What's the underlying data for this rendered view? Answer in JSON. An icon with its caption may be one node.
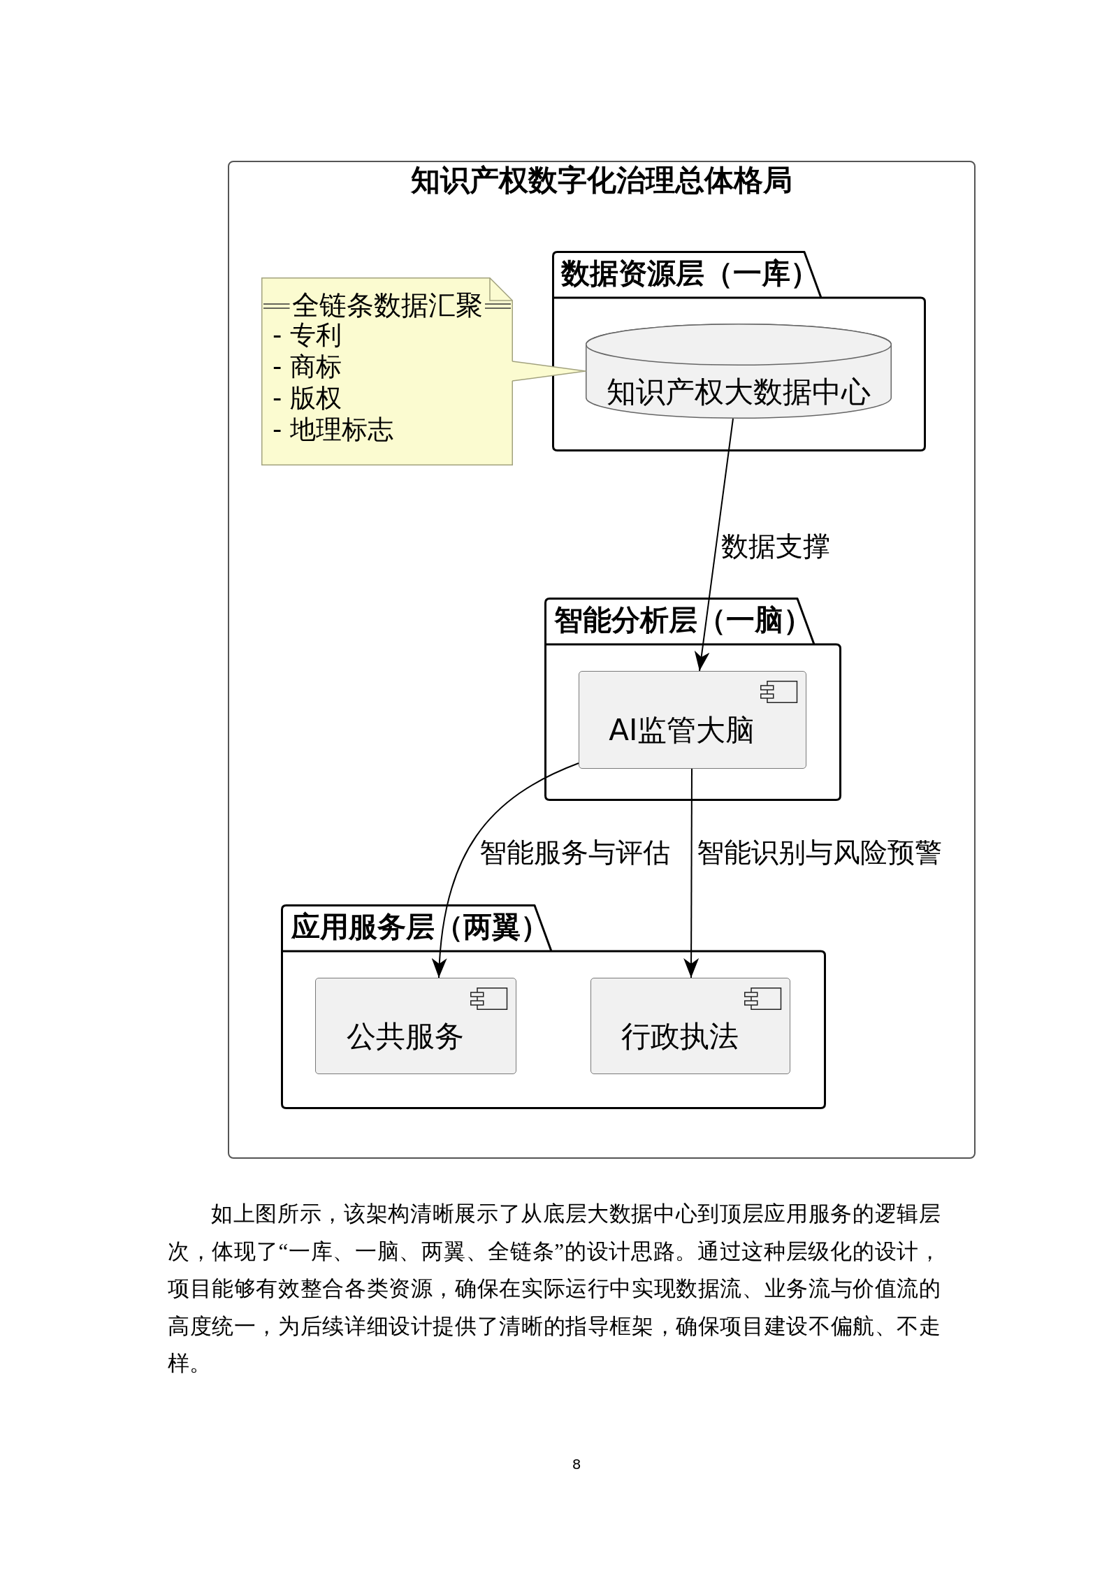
{
  "diagram": {
    "title": "知识产权数字化治理总体格局",
    "nodes": [
      {
        "text": [
          "数据资源层（一库）"
        ]
      },
      {
        "text": [
          "知识产权大数据中心"
        ],
        "in": 0
      },
      {
        "text": [
          "全链条数据汇聚",
          "- 专利",
          "- 商标",
          "- 版权",
          "- 地理标志"
        ]
      },
      {
        "text": [
          "智能分析层（一脑）"
        ]
      },
      {
        "text": [
          "AI监管大脑"
        ],
        "in": 3
      },
      {
        "text": [
          "应用服务层（两翼）"
        ]
      },
      {
        "text": [
          "公共服务"
        ],
        "in": 5
      },
      {
        "text": [
          "行政执法"
        ],
        "in": 5
      }
    ],
    "edges": [
      {
        "from": 2,
        "to": 1,
        "arrow": "none"
      },
      {
        "from": 1,
        "to": 4,
        "arrow": "to",
        "label": "数据支撑"
      },
      {
        "from": 4,
        "to": 6,
        "arrow": "to",
        "label": "智能服务与评估"
      },
      {
        "from": 4,
        "to": 7,
        "arrow": "to",
        "label": "智能识别与风险预警"
      }
    ],
    "labels": [
      "如上图所示，该架构清晰展示了从底层大数据中心到顶层应用服务的逻辑层次，体现了“一库、一脑、两翼、全链条”的设计思路。通过这种层级化的设计，项目能够有效整合各类资源，确保在实际运行中实现数据流、业务流与价值流的高度统一，为后续详细设计提供了清晰的指导框架，确保项目建设不偏航、不走样。",
      "8"
    ]
  }
}
